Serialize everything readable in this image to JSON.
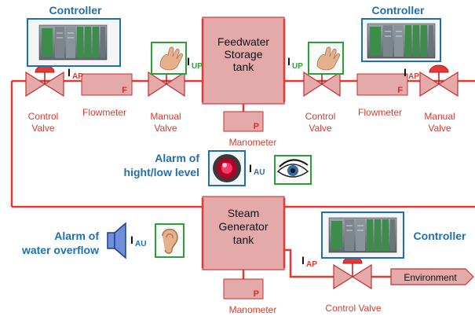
{
  "controllers": {
    "top_left": "Controller",
    "top_right": "Controller",
    "bottom_right": "Controller"
  },
  "signals": {
    "i": "I",
    "ap": "AP",
    "up": "UP",
    "au": "AU"
  },
  "feedwater_tank": [
    "Feedwater",
    "Storage",
    "tank"
  ],
  "steam_tank": [
    "Steam",
    "Generator",
    "tank"
  ],
  "flow_letter": "F",
  "pressure_letter": "P",
  "labels": {
    "control_valve_1": [
      "Control",
      "Valve"
    ],
    "flowmeter_1": "Flowmeter",
    "manual_valve_1": [
      "Manual",
      "Valve"
    ],
    "manometer_top": "Manometer",
    "control_valve_2": [
      "Control",
      "Valve"
    ],
    "flowmeter_2": "Flowmeter",
    "manual_valve_2": [
      "Manual",
      "Valve"
    ],
    "control_valve_3": "Control Valve",
    "manometer_bottom": "Manometer",
    "environment": "Environment"
  },
  "alarms": {
    "level": [
      "Alarm of",
      "hight/low level"
    ],
    "overflow": [
      "Alarm of",
      "water overflow"
    ]
  },
  "colors": {
    "pipe": "#e53935",
    "equipment_fill": "#e4a9a9",
    "controller_frame": "#1f6fb3",
    "operator_frame": "#2e9e3a",
    "label_red": "#e0392b",
    "label_blue": "#1f6fb3"
  },
  "icons": {
    "controllers": "plc-icon",
    "manual_inputs": "hand-icon",
    "visual_alarm": "eye-icon",
    "audible_alarm": "speaker-icon",
    "hearing": "ear-icon",
    "level_alarm_lamp": "alarm-lamp-icon"
  }
}
